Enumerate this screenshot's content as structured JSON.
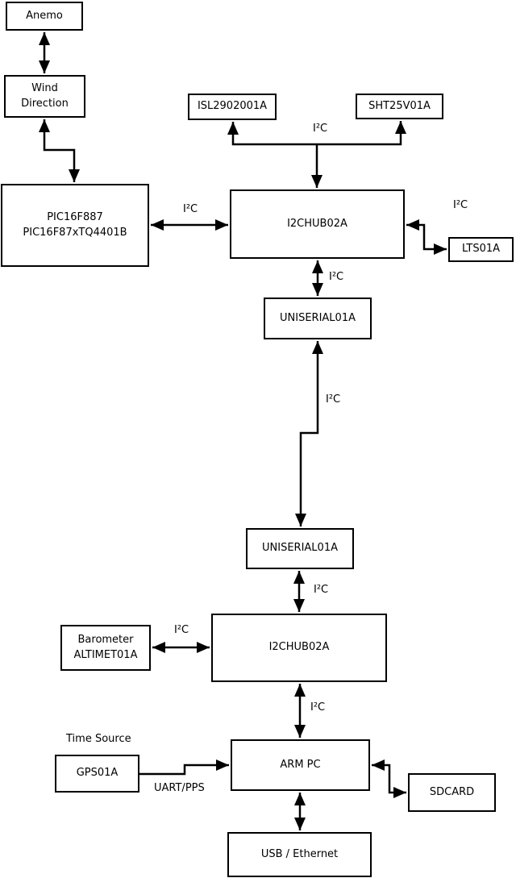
{
  "diagram": {
    "nodes": {
      "anemo": {
        "label": "Anemo"
      },
      "wind_direction": {
        "line1": "Wind",
        "line2": "Direction"
      },
      "pic": {
        "line1": "PIC16F887",
        "line2": "PIC16F87xTQ4401B"
      },
      "isl": {
        "label": "ISL2902001A"
      },
      "sht": {
        "label": "SHT25V01A"
      },
      "i2chub_top": {
        "label": "I2CHUB02A"
      },
      "lts": {
        "label": "LTS01A"
      },
      "uniserial_top": {
        "label": "UNISERIAL01A"
      },
      "uniserial_bottom": {
        "label": "UNISERIAL01A"
      },
      "barometer": {
        "line1": "Barometer",
        "line2": "ALTIMET01A"
      },
      "i2chub_bottom": {
        "label": "I2CHUB02A"
      },
      "gps": {
        "label": "GPS01A"
      },
      "arm_pc": {
        "label": "ARM PC"
      },
      "sdcard": {
        "label": "SDCARD"
      },
      "usb_ethernet": {
        "label": "USB / Ethernet"
      }
    },
    "edge_labels": {
      "bus_sensors": "I²C",
      "bus_pic_hub": "I²C",
      "bus_hub_lts": "I²C",
      "bus_hub_uniserial": "I²C",
      "bus_uniserial_link": "I²C",
      "bus_uniserial_hub2": "I²C",
      "bus_barometer_hub2": "I²C",
      "bus_hub2_armpc": "I²C",
      "time_source": "Time Source",
      "uart_pps": "UART/PPS"
    },
    "colors": {
      "line": "#000000",
      "box_border": "#000000",
      "box_fill": "#ffffff",
      "background": "#ffffff"
    }
  }
}
